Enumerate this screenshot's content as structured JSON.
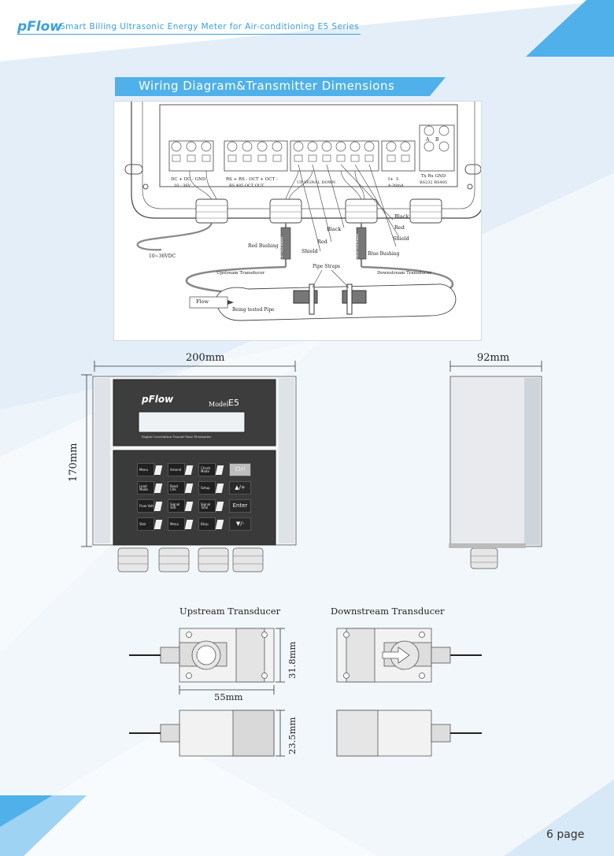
{
  "header": {
    "brand": "pFlow",
    "subtitle": "Smart Billing Ultrasonic Energy Meter for Air-conditioning E5 Series"
  },
  "section": {
    "title": "Wiring Diagram&Transmitter Dimensions"
  },
  "wiring": {
    "terminals_1": [
      "DC +",
      "DC -",
      "GND"
    ],
    "terminals_1_sub": "10 - 36V",
    "terminals_2": [
      "RS +",
      "RS -",
      "OCT +",
      "OCT -"
    ],
    "terminals_2_sub": [
      "RS 485",
      "OCT",
      "OUT"
    ],
    "terminals_3_sub": "UP  SIGNAL  DOWN",
    "terminals_4": [
      "I+",
      "I-"
    ],
    "terminals_4_sub": "4-20mA",
    "terminals_5": [
      "Tx",
      "Rx",
      "GND"
    ],
    "terminals_5_sub": "RS232 RS485",
    "terminal_ab": [
      "A",
      "B"
    ],
    "label_power": "10~36VDC",
    "label_red_bushing": "Red Bushing",
    "label_blue_bushing": "Blue Bushing",
    "label_upstream_cable": "UP-Stream",
    "label_downstream_cable": "Down-Stream",
    "label_red_1": "Red",
    "label_shield_1": "Shield",
    "label_black_1": "Black",
    "label_black_2": "Black",
    "label_red_2": "Red",
    "label_shield_2": "Shield",
    "label_pipe_straps": "Pipe Straps",
    "label_upstream_transducer": "Upstream Transducer",
    "label_downstream_transducer": "Downstream Transducer",
    "label_flow": "Flow",
    "label_pipe": "Being tested Pipe"
  },
  "transmitter": {
    "width_label": "200mm",
    "depth_label": "92mm",
    "height_label": "170mm",
    "brand": "pFlow",
    "model_label": "Model",
    "model": "E5",
    "description": "Digital Correlation Transit-Time Flowmeter",
    "keys": [
      [
        "Menu",
        "Amend",
        "Check Mode",
        "Ctrl"
      ],
      [
        "Load Mode",
        "Read Chk",
        "Setup",
        "▲/+"
      ],
      [
        "Flow Volt",
        "Signal Volt",
        "Signal Total",
        "Enter"
      ],
      [
        "Stat",
        "Menu",
        "Bksp",
        "▼/-"
      ]
    ]
  },
  "transducers": {
    "upstream_title": "Upstream Transducer",
    "downstream_title": "Downstream Transducer",
    "height_label": "31.8mm",
    "width_label": "55mm",
    "side_height_label": "23.5mm"
  },
  "footer": {
    "page": "6  page"
  },
  "colors": {
    "accent": "#3aa0e0",
    "light_band": "#e4eff9",
    "device_dark": "#3b3b3b"
  }
}
